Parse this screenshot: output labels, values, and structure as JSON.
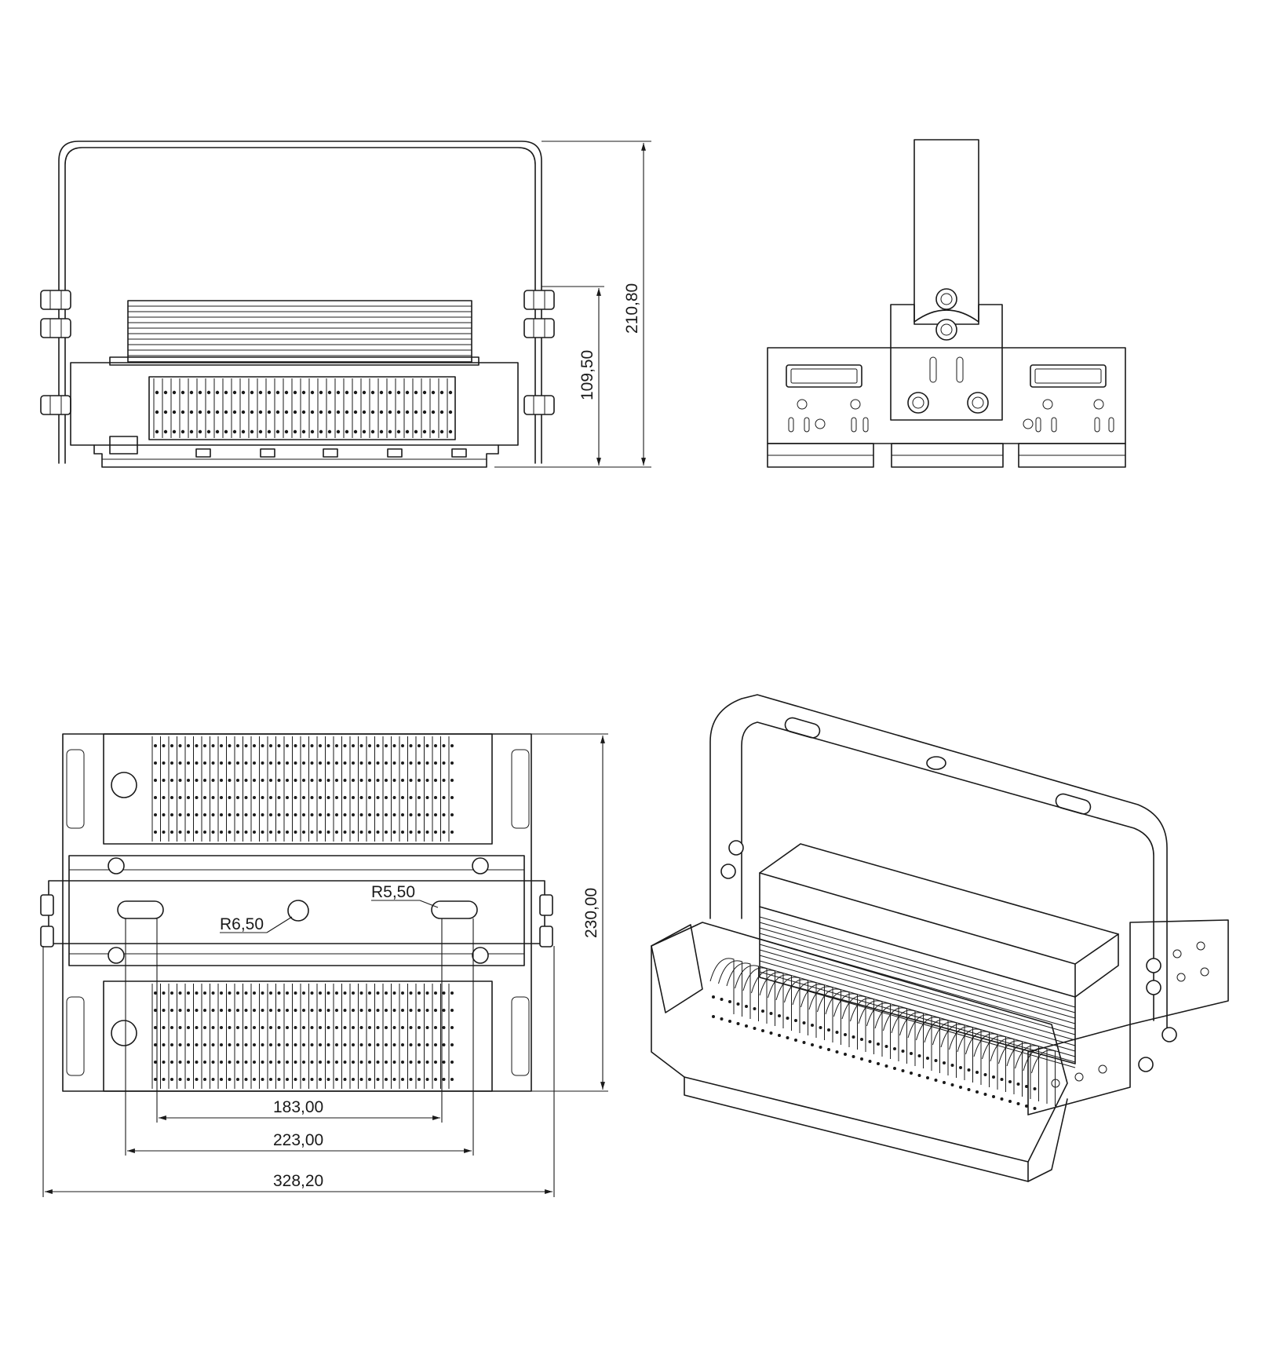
{
  "views": {
    "front": {
      "dim_height_total": "210,80",
      "dim_height_body": "109,50"
    },
    "side": {},
    "bottom": {
      "dim_height": "230,00",
      "dim_slot_inner": "183,00",
      "dim_slot_outer": "223,00",
      "dim_width_total": "328,20",
      "radius_hole": "R6,50",
      "radius_slot": "R5,50"
    },
    "isometric": {}
  }
}
